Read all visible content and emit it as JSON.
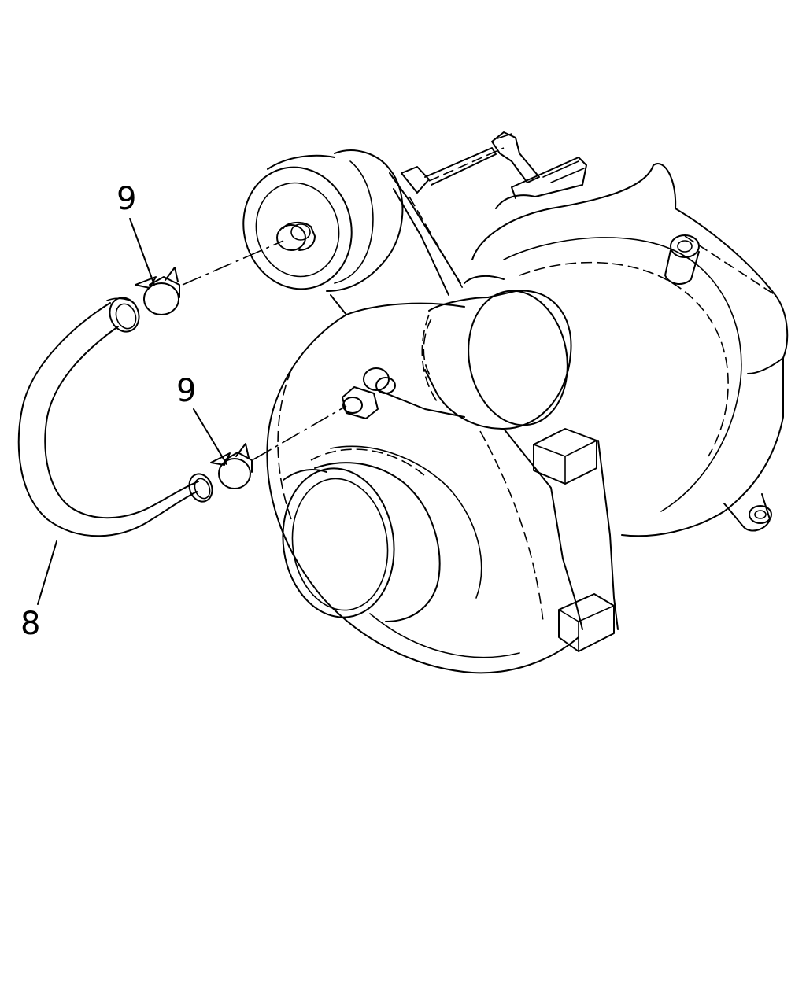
{
  "callouts": [
    {
      "id": "clamp-upper",
      "text": "9"
    },
    {
      "id": "clamp-lower",
      "text": "9"
    },
    {
      "id": "hose",
      "text": "8"
    }
  ]
}
